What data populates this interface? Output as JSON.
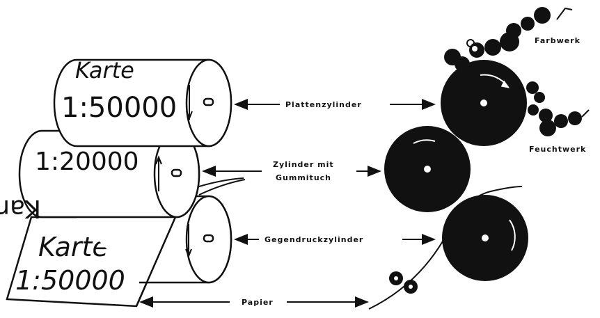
{
  "left_diagram": {
    "plate_text": {
      "line1": "Karte",
      "line2": "1:50000"
    },
    "blanket_text": {
      "line1": "1:20000",
      "line2": "Karte"
    },
    "paper_text": {
      "line1": "Karte",
      "line2": "1:50000"
    }
  },
  "labels": {
    "plate_cylinder": "Plattenzylinder",
    "blanket_cylinder_line1": "Zylinder mit",
    "blanket_cylinder_line2": "Gummituch",
    "impression_cylinder": "Gegendruckzylinder",
    "paper": "Papier",
    "inking_unit": "Farbwerk",
    "dampening_unit": "Feuchtwerk"
  }
}
